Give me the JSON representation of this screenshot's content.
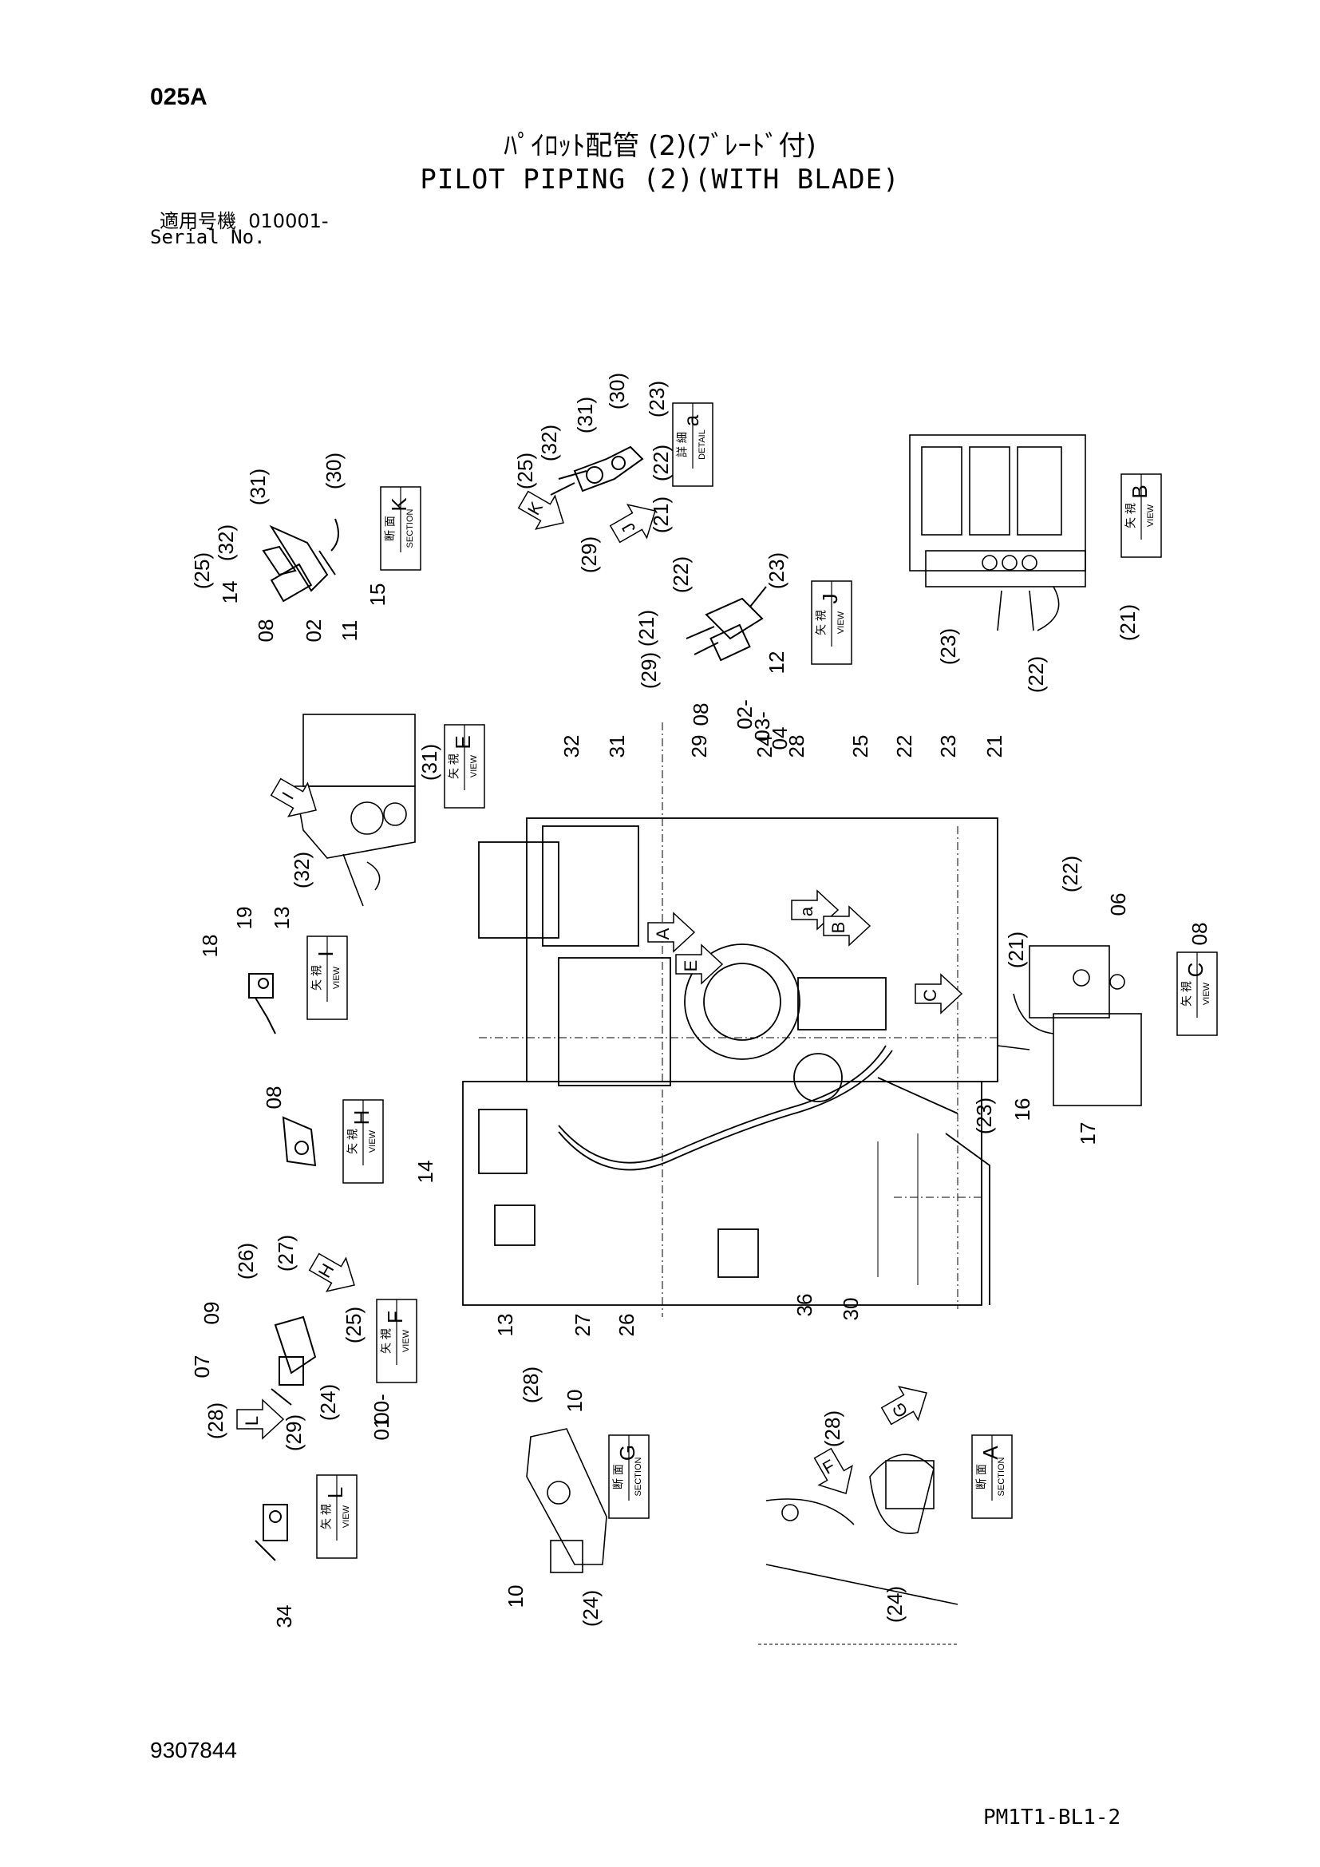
{
  "header": {
    "page_code": "025A",
    "title_jp": "ﾊﾟｲﾛｯﾄ配管 (2)(ﾌﾞﾚｰﾄﾞ付)",
    "title_en": "PILOT PIPING (2)(WITH BLADE)",
    "serial_label_jp": "適用号機",
    "serial_value": "010001-",
    "serial_label_en": "Serial No."
  },
  "footer": {
    "doc_number": "9307844",
    "drawing_code": "PM1T1-BL1-2"
  },
  "view_boxes": [
    {
      "jp": "断 面",
      "en": "SECTION",
      "letter": "K"
    },
    {
      "jp": "詳 細",
      "en": "DETAIL",
      "letter": "a"
    },
    {
      "jp": "矢 視",
      "en": "VIEW",
      "letter": "B"
    },
    {
      "jp": "矢 視",
      "en": "VIEW",
      "letter": "J"
    },
    {
      "jp": "矢 視",
      "en": "VIEW",
      "letter": "E"
    },
    {
      "jp": "矢 視",
      "en": "VIEW",
      "letter": "I"
    },
    {
      "jp": "矢 視",
      "en": "VIEW",
      "letter": "C"
    },
    {
      "jp": "矢 視",
      "en": "VIEW",
      "letter": "H"
    },
    {
      "jp": "矢 視",
      "en": "VIEW",
      "letter": "F"
    },
    {
      "jp": "断 面",
      "en": "SECTION",
      "letter": "G"
    },
    {
      "jp": "断 面",
      "en": "SECTION",
      "letter": "A"
    },
    {
      "jp": "矢 視",
      "en": "VIEW",
      "letter": "L"
    }
  ],
  "view_arrows": [
    "K",
    "J",
    "I",
    "A",
    "E",
    "a",
    "B",
    "C",
    "H",
    "L",
    "F",
    "G"
  ],
  "callouts": {
    "section_k": [
      "(25)",
      "(32)",
      "(31)",
      "(30)",
      "14",
      "08",
      "02",
      "11",
      "15"
    ],
    "detail_a": [
      "(25)",
      "(32)",
      "(31)",
      "(30)",
      "(23)",
      "(22)",
      "(21)",
      "(29)"
    ],
    "view_b": [
      "(23)",
      "(22)",
      "(21)"
    ],
    "view_j": [
      "(29)",
      "(21)",
      "(22)",
      "(23)",
      "08",
      "12",
      "02-",
      "03-",
      "04"
    ],
    "view_e": [
      "(31)",
      "(32)"
    ],
    "view_i": [
      "18",
      "19",
      "13"
    ],
    "main": [
      "32",
      "31",
      "29",
      "24",
      "28",
      "25",
      "22",
      "23",
      "21",
      "14",
      "13",
      "27",
      "26",
      "36",
      "30"
    ],
    "view_c": [
      "(22)",
      "06",
      "08",
      "(21)",
      "(23)",
      "16",
      "17"
    ],
    "view_h": [
      "08"
    ],
    "view_f": [
      "(26)",
      "(27)",
      "09",
      "(25)",
      "07",
      "(28)",
      "(29)",
      "(24)",
      "00-",
      "01"
    ],
    "section_g": [
      "(28)",
      "10",
      "10",
      "(24)"
    ],
    "section_a": [
      "(28)",
      "(24)"
    ],
    "view_l": [
      "34"
    ]
  }
}
